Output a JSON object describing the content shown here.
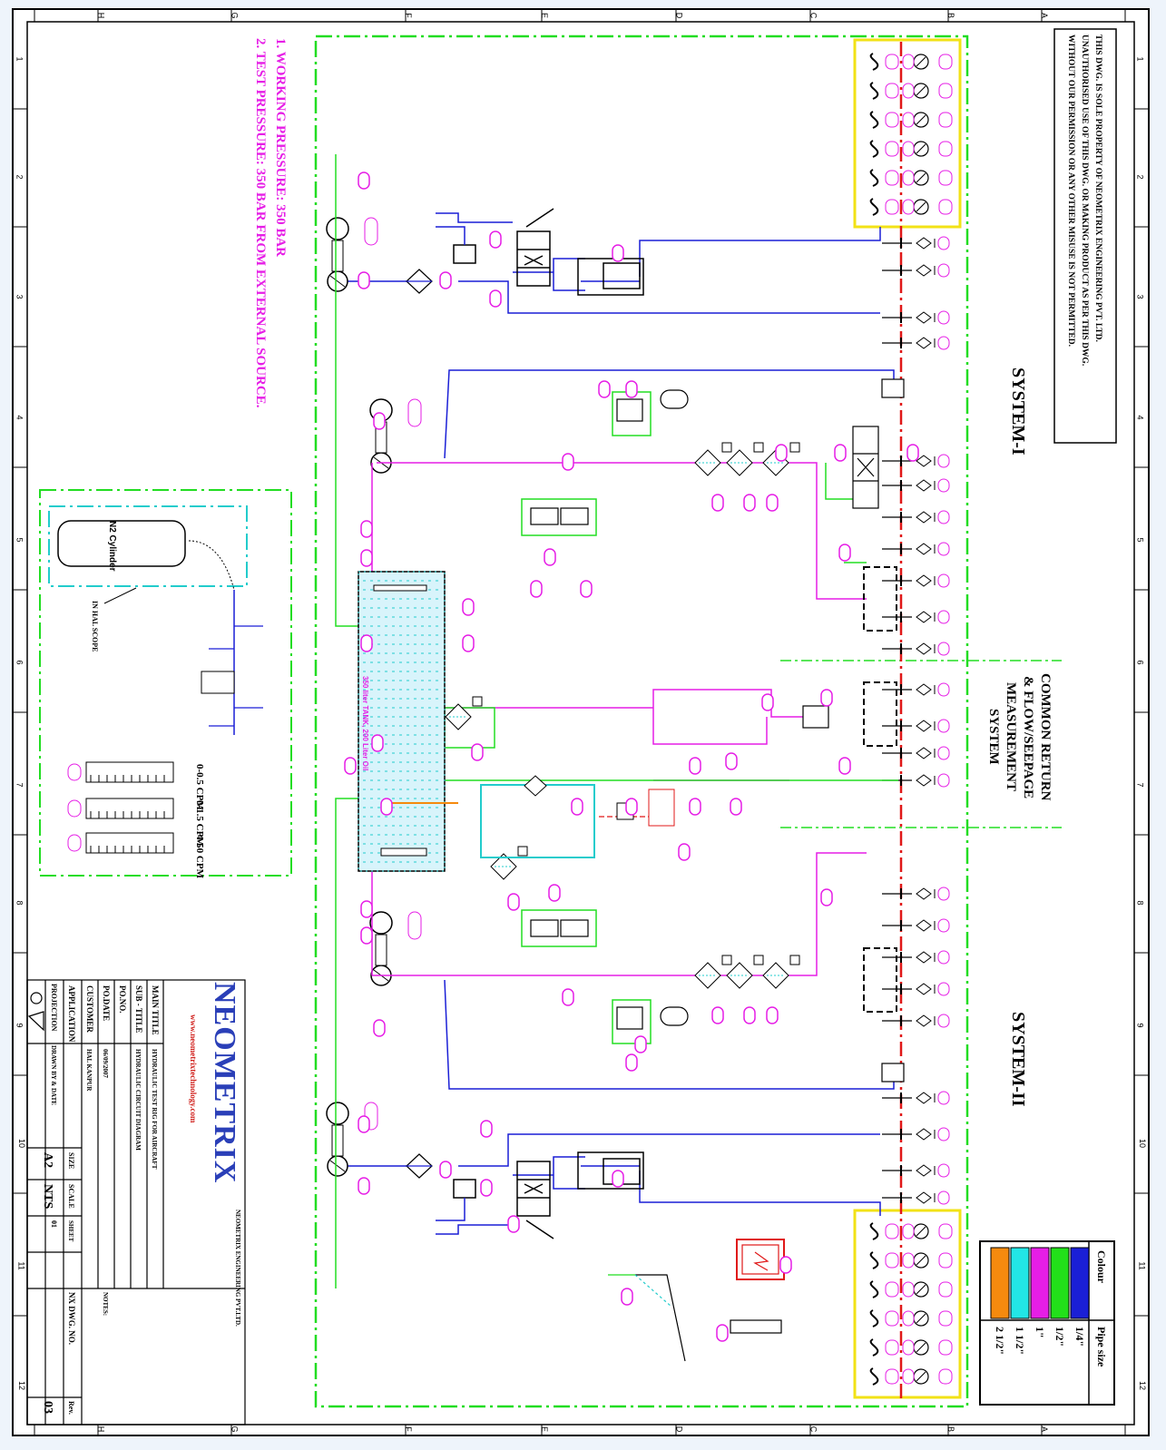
{
  "border": {
    "letters": [
      "A",
      "B",
      "C",
      "D",
      "E",
      "F",
      "G",
      "H"
    ],
    "numbers": [
      "1",
      "2",
      "3",
      "4",
      "5",
      "6",
      "7",
      "8",
      "9",
      "10",
      "11",
      "12"
    ]
  },
  "notice": {
    "line1": "THIS DWG. IS SOLE PROPERTY OF NEOMETRIX ENGINEERING PVT. LTD.",
    "line2": "UNAUTHORISED USE OF THIS DWG. OR MAKING PRODUCT AS PER THIS DWG.",
    "line3": "WITHOUT OUR PERMISSION OR ANY OTHER MISUSE IS NOT PERMITTED."
  },
  "sections": {
    "system1": "SYSTEM-I",
    "system2": "SYSTEM-II",
    "common_line1": "COMMON RETURN",
    "common_line2": "& FLOW/SEEPAGE",
    "common_line3": "MEASUREMENT",
    "common_line4": "SYSTEM"
  },
  "notes": {
    "note1": "1. WORKING PRESSURE: 350 BAR",
    "note2": "2. TEST PRESSURE: 350 BAR FROM EXTERNAL SOURCE."
  },
  "tank_label": "350 liter TANK, 200 Liter Oil",
  "n2": {
    "cylinder": "N2 Cylinder",
    "scope": "IN HAL SCOPE"
  },
  "flowmeters": {
    "r1": "0-0.5 CPM",
    "r2": "0-1.5 CPM",
    "r3": "4-50 CPM"
  },
  "legend": {
    "header_colour": "Colour",
    "header_pipe": "Pipe size",
    "rows": [
      {
        "color": "#1a1fd6",
        "size": "1/4\""
      },
      {
        "color": "#22e01a",
        "size": "1/2\""
      },
      {
        "color": "#e61ee6",
        "size": "1\""
      },
      {
        "color": "#22e6e6",
        "size": "1 1/2\""
      },
      {
        "color": "#f58a0e",
        "size": "2 1/2\""
      }
    ]
  },
  "company": {
    "name": "NEOMETRIX",
    "web": "www.neometrixtechnology.com",
    "addr_title": "NEOMETRIX ENGINEERING PVT.LTD."
  },
  "titleblock": {
    "main_title_label": "MAIN TITLE",
    "main_title": "HYDRAULIC TEST RIG FOR AIRCRAFT",
    "sub_title_label": "SUB - TITLE",
    "sub_title": "HYDRAULIC CIRCUIT DIAGRAM",
    "po_no_label": "PO.NO.",
    "po_date_label": "PO.DATE",
    "po_date": "06/09/2007",
    "customer_label": "CUSTOMER",
    "customer": "HAL KANPUR",
    "application_label": "APPLICATION",
    "projection_label": "PROJECTION",
    "drawn_label": "DRAWN BY & DATE",
    "size_label": "SIZE",
    "size": "A2",
    "scale_label": "SCALE",
    "scale": "NTS",
    "sheet_label": "SHEET",
    "sheet": "01",
    "dwg_label": "NX DWG. NO.",
    "rev_label": "Rev.",
    "rev": "03",
    "notes_label": "NOTES:"
  }
}
